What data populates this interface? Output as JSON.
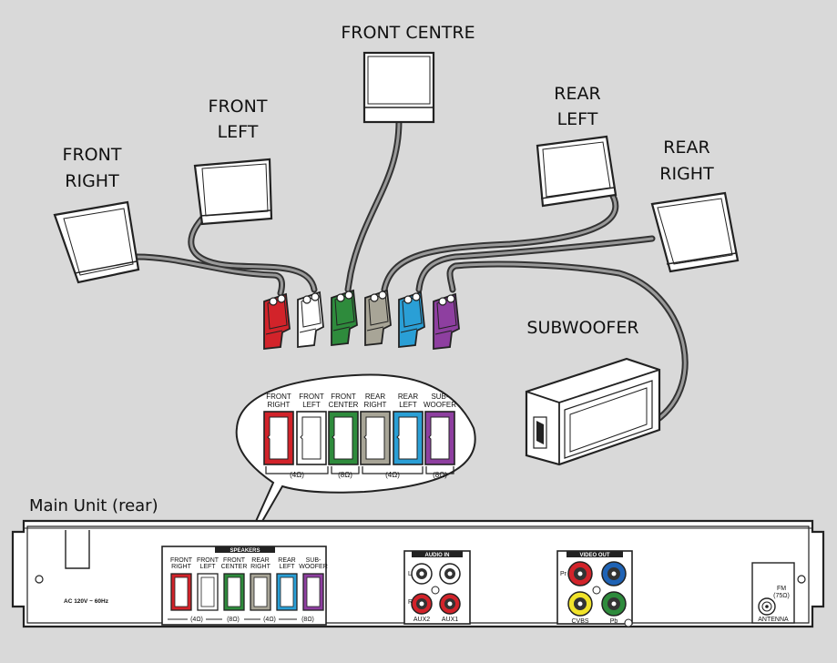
{
  "speakers": {
    "front_centre": "FRONT CENTRE",
    "front_left_1": "FRONT",
    "front_left_2": "LEFT",
    "front_right_1": "FRONT",
    "front_right_2": "RIGHT",
    "rear_left_1": "REAR",
    "rear_left_2": "LEFT",
    "rear_right_1": "REAR",
    "rear_right_2": "RIGHT",
    "subwoofer": "SUBWOOFER"
  },
  "main_unit_label": "Main Unit (rear)",
  "connector_colors": [
    "#d2232a",
    "#ffffff",
    "#2e8b3c",
    "#a8a597",
    "#2a9fd6",
    "#8e3fa0"
  ],
  "bubble": {
    "labels": [
      [
        "FRONT",
        "RIGHT"
      ],
      [
        "FRONT",
        "LEFT"
      ],
      [
        "FRONT",
        "CENTER"
      ],
      [
        "REAR",
        "RIGHT"
      ],
      [
        "REAR",
        "LEFT"
      ],
      [
        "SUB-",
        "WOOFER"
      ]
    ],
    "imp_4a": "(4Ω)",
    "imp_8a": "(8Ω)",
    "imp_4b": "(4Ω)",
    "imp_8b": "(8Ω)"
  },
  "panel": {
    "speakers_title": "SPEAKERS",
    "jack_labels": [
      [
        "FRONT",
        "RIGHT"
      ],
      [
        "FRONT",
        "LEFT"
      ],
      [
        "FRONT",
        "CENTER"
      ],
      [
        "REAR",
        "RIGHT"
      ],
      [
        "REAR",
        "LEFT"
      ],
      [
        "SUB-",
        "WOOFER"
      ]
    ],
    "imp_4a": "(4Ω)",
    "imp_8a": "(8Ω)",
    "imp_4b": "(4Ω)",
    "imp_8b": "(8Ω)",
    "ac_label": "AC 120V ~ 60Hz",
    "audio_in_title": "AUDIO IN",
    "aux2": "AUX2",
    "aux1": "AUX1",
    "audio_l": "L",
    "audio_r": "R",
    "video_out_title": "VIDEO OUT",
    "pr": "Pr",
    "pb": "Pb",
    "cvbs": "CVBS",
    "fm": "FM",
    "fm_ohm": "(75Ω)",
    "antenna": "ANTENNA"
  }
}
